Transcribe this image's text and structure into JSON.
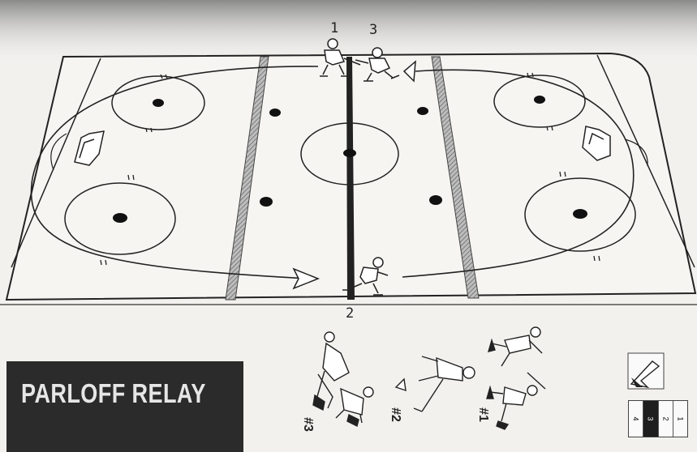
{
  "title": "PARLOFF RELAY",
  "rink_labels": {
    "player_1": "1",
    "player_3": "3",
    "player_2": "2"
  },
  "sequence_labels": [
    "#3",
    "#2",
    "#1"
  ],
  "legend": [
    "1",
    "2",
    "3",
    "4"
  ],
  "legend_highlight": "3",
  "icons": [
    "hockey-stick-icon",
    "pylon-icon",
    "player-skating-icon"
  ],
  "colors": {
    "ink": "#222222",
    "title_bg": "#2b2b2b",
    "title_text": "#e6e6e6",
    "paper": "#f2f1ee"
  }
}
